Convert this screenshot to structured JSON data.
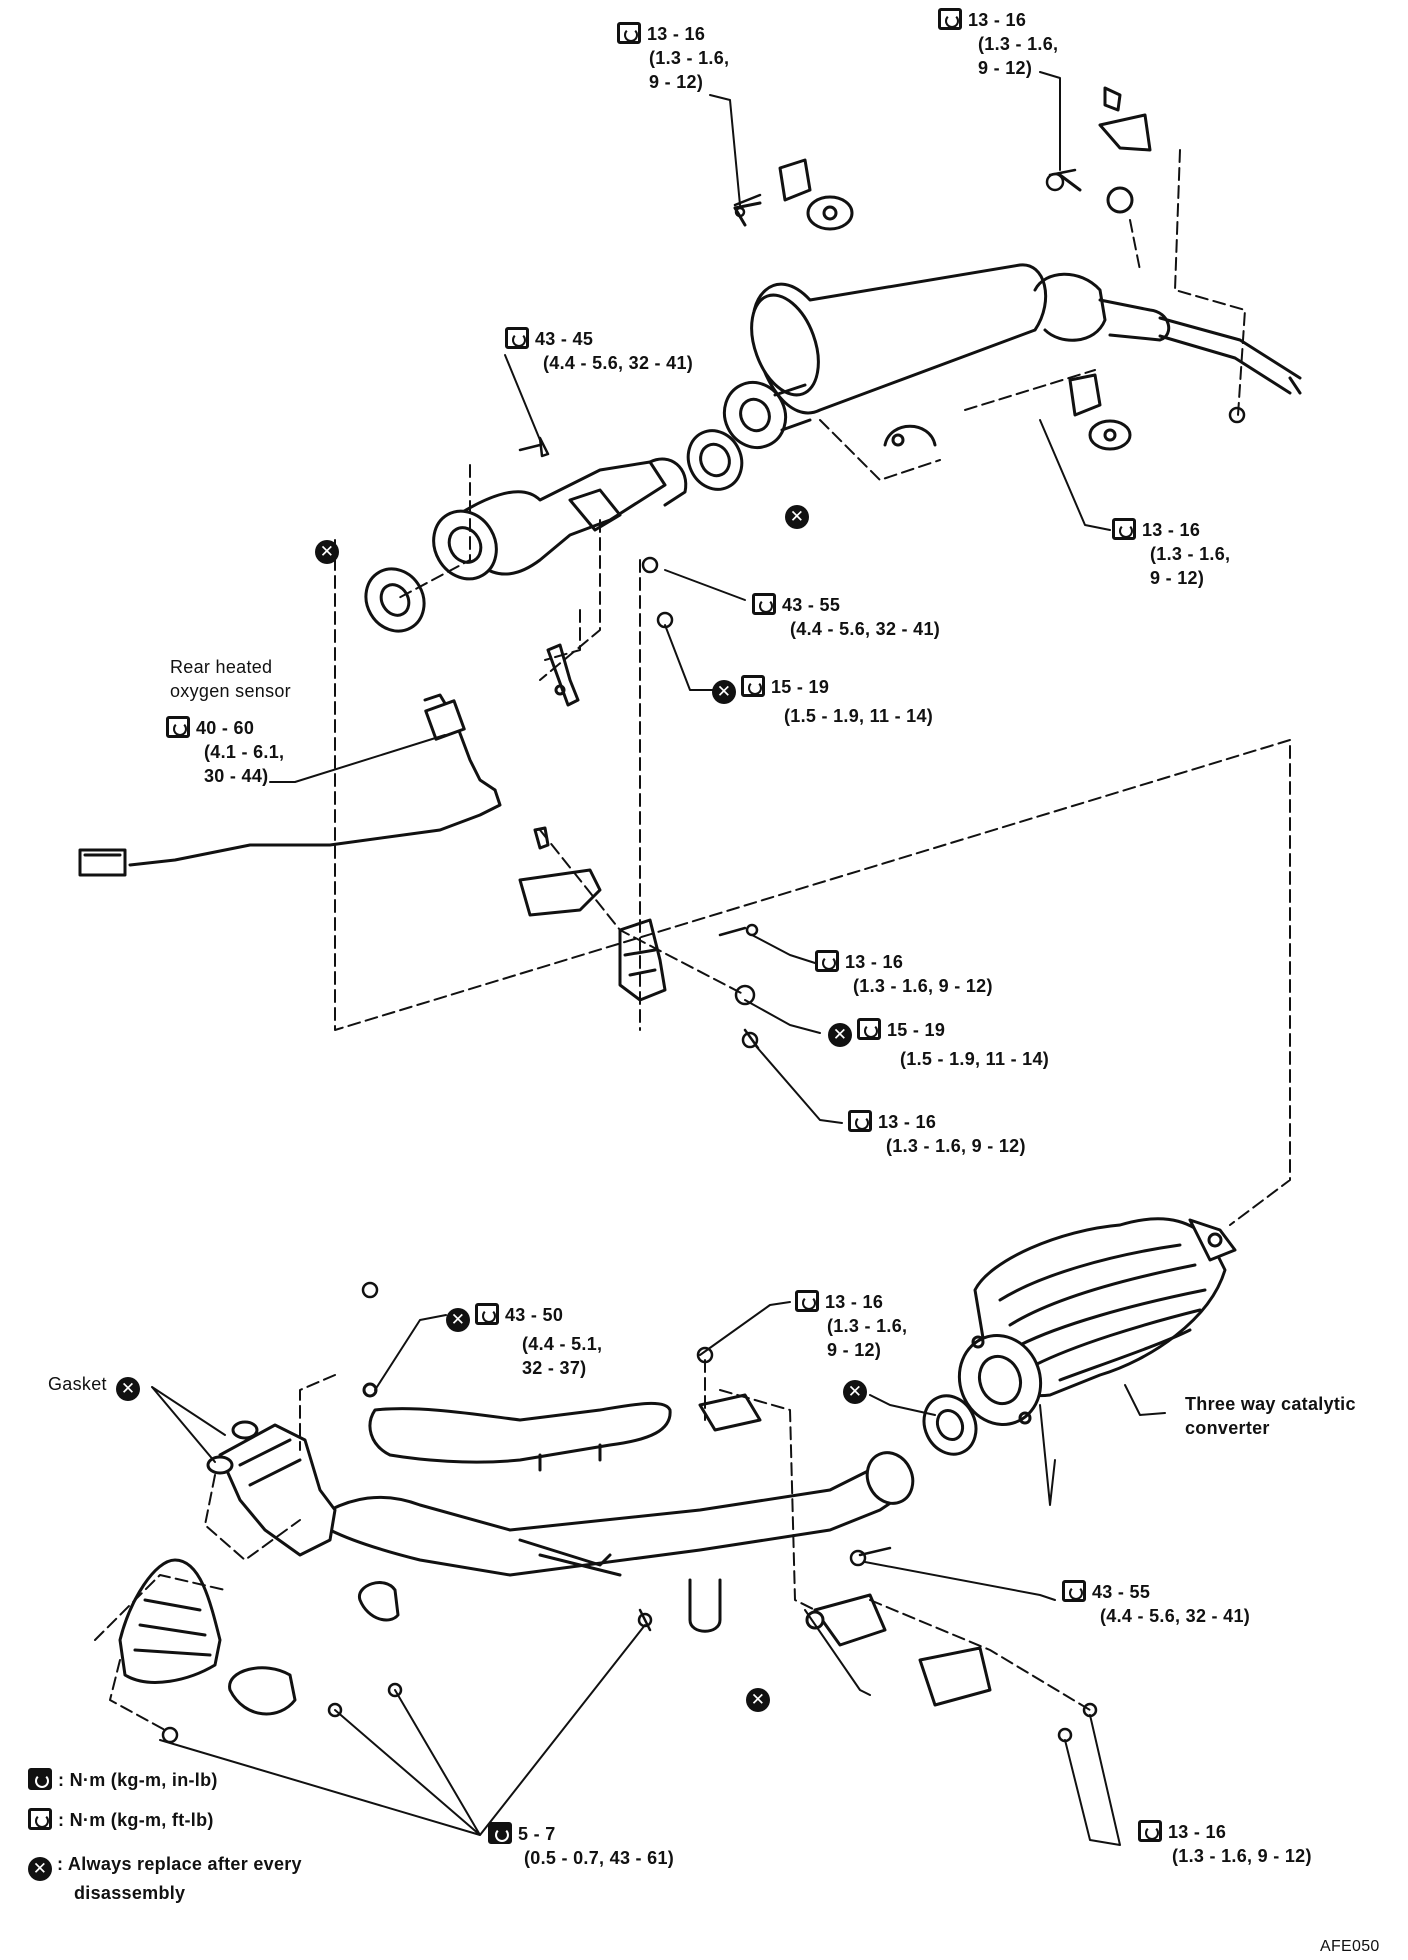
{
  "callouts": {
    "c1": {
      "value": "13 - 16",
      "line2": "(1.3 - 1.6,",
      "line3": "9 - 12)"
    },
    "c2": {
      "value": "13 - 16",
      "line2": "(1.3 - 1.6,",
      "line3": "9 - 12)"
    },
    "c3": {
      "value": "43 - 45",
      "line2": "(4.4 - 5.6, 32 - 41)"
    },
    "c4": {
      "value": "13 - 16",
      "line2": "(1.3 - 1.6,",
      "line3": "9 - 12)"
    },
    "c5": {
      "value": "43 - 55",
      "line2": "(4.4 - 5.6, 32 - 41)"
    },
    "c6": {
      "value": "15 - 19",
      "line2": "(1.5 - 1.9, 11 - 14)"
    },
    "c7": {
      "value": "40 - 60",
      "line2": "(4.1 - 6.1,",
      "line3": "30 - 44)"
    },
    "c8": {
      "value": "13 - 16",
      "line2": "(1.3 - 1.6, 9 - 12)"
    },
    "c9": {
      "value": "15 - 19",
      "line2": "(1.5 - 1.9, 11 - 14)"
    },
    "c10": {
      "value": "13 - 16",
      "line2": "(1.3 - 1.6, 9 - 12)"
    },
    "c11": {
      "value": "43 - 50",
      "line2": "(4.4 - 5.1,",
      "line3": "32 - 37)"
    },
    "c12": {
      "value": "13 - 16",
      "line2": "(1.3 - 1.6,",
      "line3": "9 - 12)"
    },
    "c13": {
      "value": "43 - 55",
      "line2": "(4.4 - 5.6, 32 - 41)"
    },
    "c14": {
      "value": "5 - 7",
      "line2": "(0.5 - 0.7, 43 - 61)"
    },
    "c15": {
      "value": "13 - 16",
      "line2": "(1.3 - 1.6, 9 - 12)"
    }
  },
  "parts": {
    "oxygen_sensor_line1": "Rear heated",
    "oxygen_sensor_line2": "oxygen sensor",
    "gasket": "Gasket",
    "catalytic_line1": "Three way catalytic",
    "catalytic_line2": "converter"
  },
  "legend": {
    "nm_inlb": ": N·m (kg-m, in-lb)",
    "nm_ftlb": ": N·m (kg-m, ft-lb)",
    "replace_line1": ": Always replace after every",
    "replace_line2": "disassembly"
  },
  "figure_ref": "AFE050",
  "icons": {
    "torque": "torque-wrench-icon",
    "torque_small": "torque-wrench-inlb-icon",
    "replace": "always-replace-icon"
  }
}
